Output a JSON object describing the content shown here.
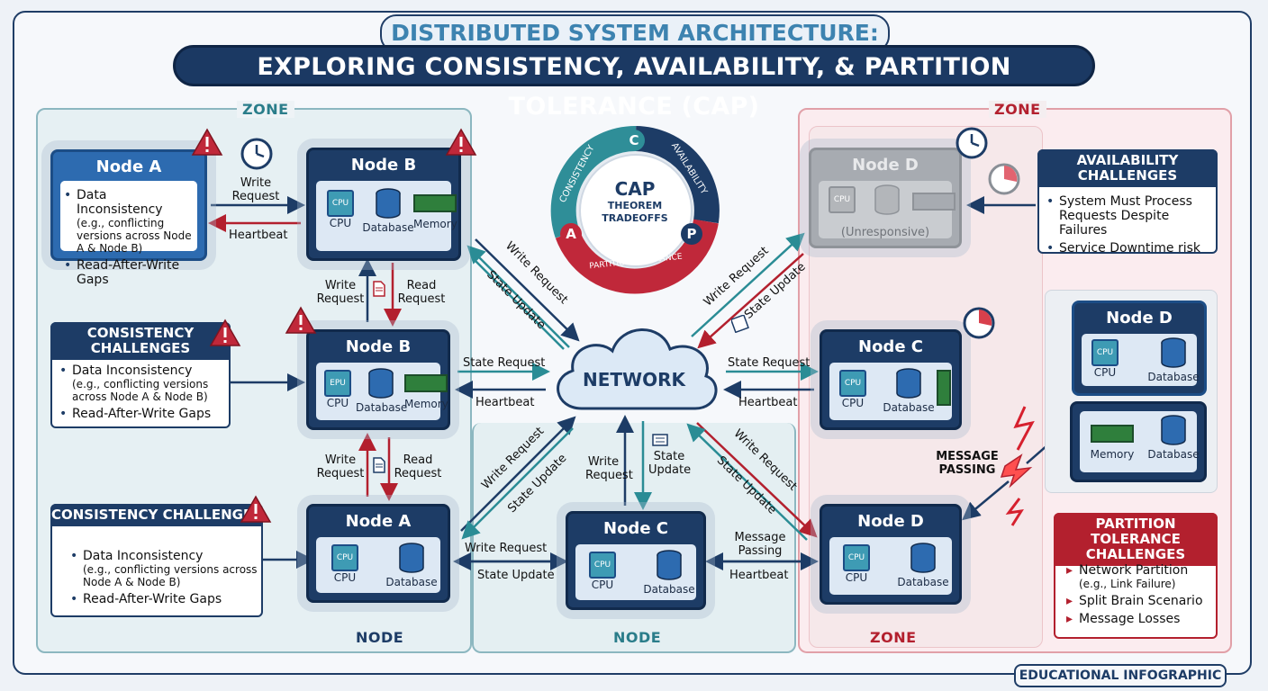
{
  "title": {
    "line1": "DISTRIBUTED SYSTEM ARCHITECTURE:",
    "line2": "EXPLORING CONSISTENCY, AVAILABILITY, & PARTITION TOLERANCE (CAP)"
  },
  "zones": {
    "left_top": "ZONE",
    "right_top": "ZONE",
    "left_bottom": "NODE",
    "middle_bottom": "NODE",
    "right_bottom": "ZONE"
  },
  "cap": {
    "center_title": "CAP",
    "center_sub1": "THEOREM",
    "center_sub2": "TRADEOFFS",
    "consistency": "CONSISTENCY",
    "availability": "AVAILABILITY",
    "partition": "PARTITION TOLERANCE",
    "c": "C",
    "a": "A",
    "p": "P"
  },
  "network_label": "NETWORK",
  "components": {
    "cpu": "CPU",
    "database": "Database",
    "memory": "Memory",
    "chip_text": "CPU",
    "chip_text_alt": "EPU"
  },
  "nodes": {
    "node_a_top": "Node A",
    "node_b_top": "Node B",
    "node_b_mid": "Node B",
    "node_a_bottom": "Node A",
    "node_c_bottom": "Node C",
    "node_d_grey": "Node D",
    "node_d_grey_status": "(Unresponsive)",
    "node_c_right": "Node C",
    "node_d_right": "Node D",
    "node_d_panel": "Node D"
  },
  "node_a_top_box": {
    "items": [
      {
        "text": "Data Inconsistency",
        "sub": "(e.g., conflicting versions across Node A & Node B)"
      },
      {
        "text": "Read-After-Write Gaps",
        "sub": ""
      }
    ]
  },
  "consistency_box_1": {
    "header": "CONSISTENCY CHALLENGES",
    "items": [
      {
        "text": "Data Inconsistency",
        "sub": "(e.g., conflicting versions across Node A & Node B)"
      },
      {
        "text": "Read-After-Write Gaps",
        "sub": ""
      }
    ]
  },
  "consistency_box_2": {
    "header": "CONSISTENCY CHALLENGES",
    "items": [
      {
        "text": "Data Inconsistency",
        "sub": "(e.g., conflicting versions across Node A & Node B)"
      },
      {
        "text": "Read-After-Write Gaps",
        "sub": ""
      }
    ]
  },
  "availability_box": {
    "header": "AVAILABILITY CHALLENGES",
    "items": [
      {
        "text": "System Must Process Requests Despite Failures"
      },
      {
        "text": "Service Downtime risk"
      }
    ]
  },
  "partition_box": {
    "header": "PARTITION TOLERANCE CHALLENGES",
    "items": [
      {
        "text": "Network Partition",
        "sub": "(e.g., Link Failure)"
      },
      {
        "text": "Split Brain Scenario",
        "sub": ""
      },
      {
        "text": "Message Losses",
        "sub": ""
      }
    ]
  },
  "arrow_labels": {
    "write_request": "Write Request",
    "heartbeat": "Heartbeat",
    "read_request": "Read Request",
    "state_request": "State Request",
    "state_update": "State Update",
    "message_passing": "Message Passing",
    "message_passing_caps": "MESSAGE PASSING"
  },
  "footer": "EDUCATIONAL INFOGRAPHIC",
  "colors": {
    "navy": "#1d3c66",
    "teal": "#2a8c95",
    "red": "#b3202e",
    "zone_left_bg": "#e8f2f3",
    "zone_right_bg": "#fbecee"
  }
}
